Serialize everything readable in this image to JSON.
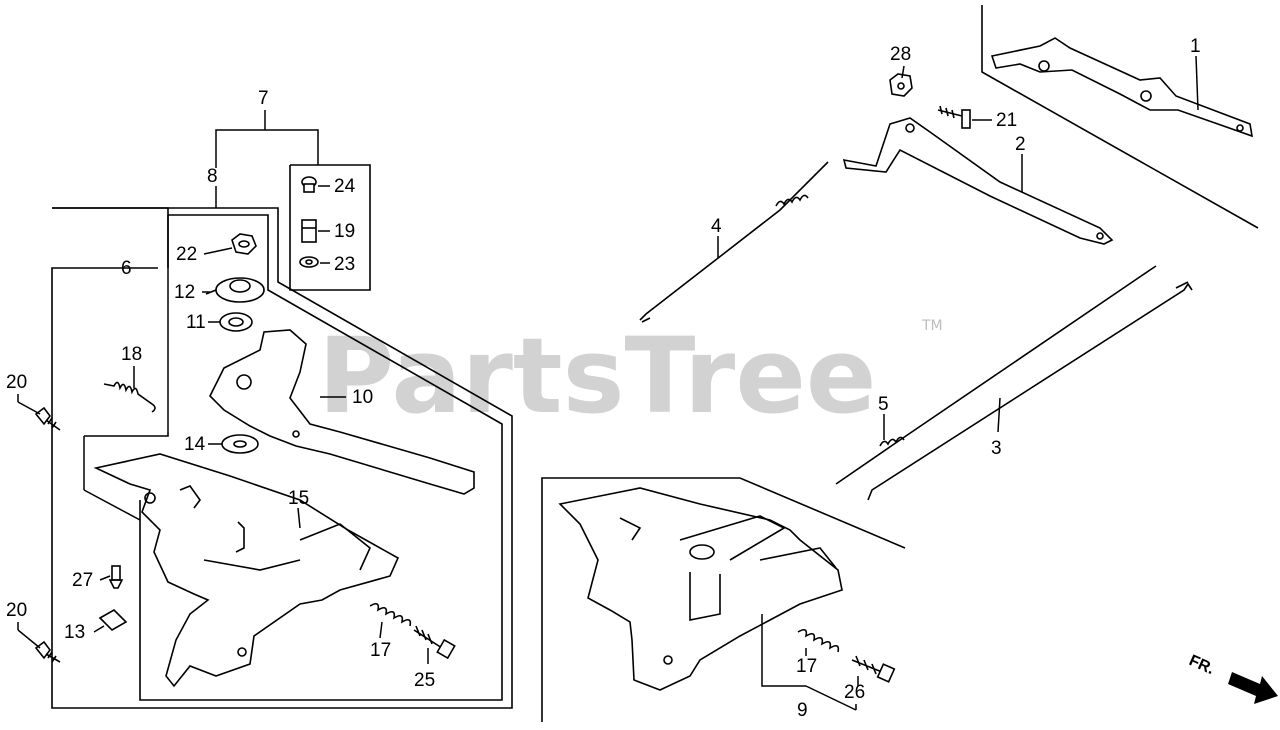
{
  "diagram": {
    "watermark": "PartsTree",
    "trademark": "TM",
    "direction_label": "FR.",
    "callouts": {
      "c1": "1",
      "c2": "2",
      "c3": "3",
      "c4": "4",
      "c5": "5",
      "c6": "6",
      "c7": "7",
      "c8": "8",
      "c9": "9",
      "c10": "10",
      "c11": "11",
      "c12": "12",
      "c13": "13",
      "c14": "14",
      "c15": "15",
      "c17a": "17",
      "c17b": "17",
      "c18": "18",
      "c19": "19",
      "c20a": "20",
      "c20b": "20",
      "c21": "21",
      "c22": "22",
      "c23": "23",
      "c24": "24",
      "c25": "25",
      "c26": "26",
      "c27": "27",
      "c28": "28"
    }
  }
}
